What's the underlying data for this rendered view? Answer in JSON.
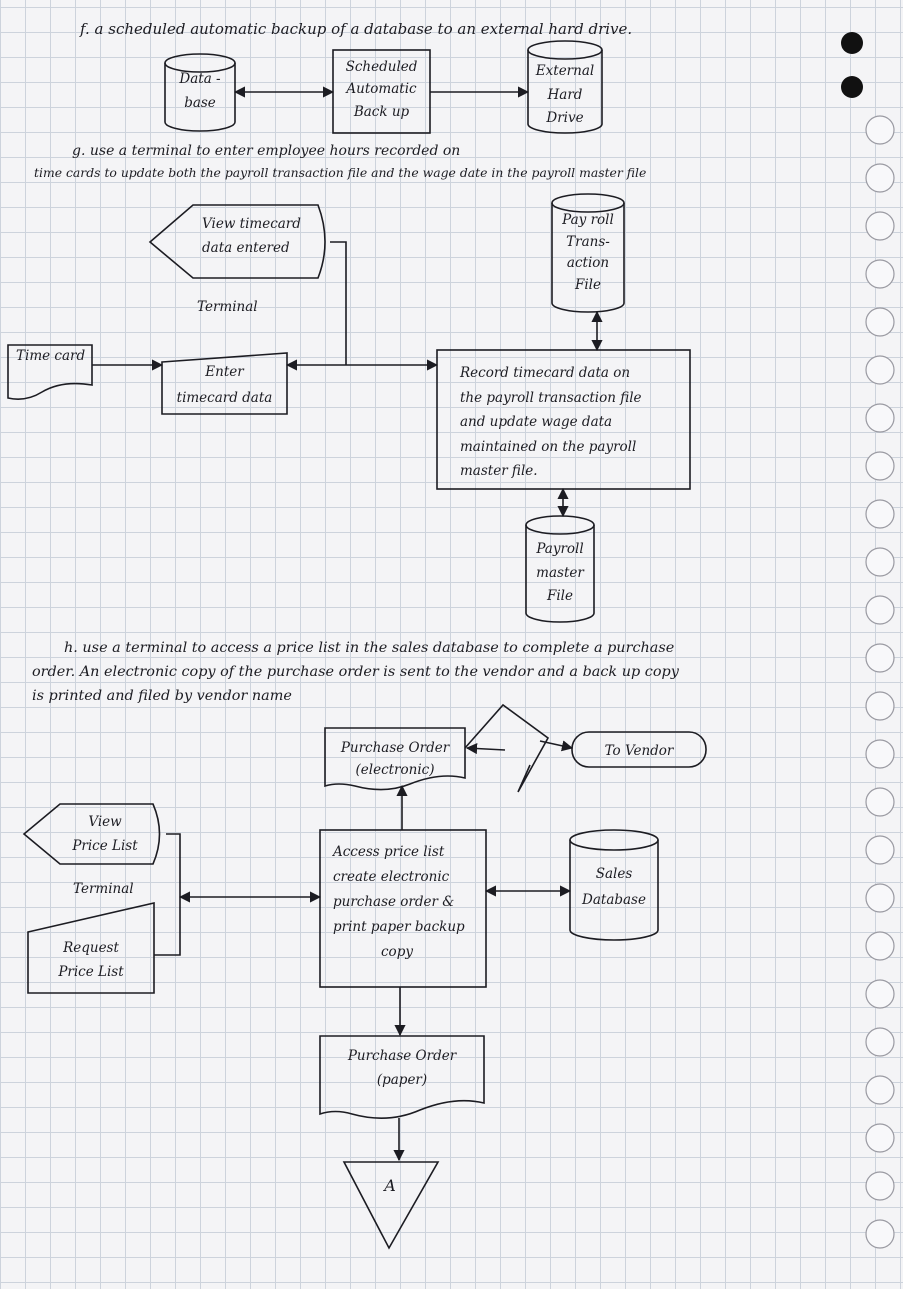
{
  "heading_f": "f. a scheduled automatic backup of a database to an external hard drive.",
  "heading_g_1": "g. use a terminal to enter employee hours recorded on",
  "heading_g_2": "time cards to update both the payroll transaction file and the wage date in the payroll master file",
  "heading_h_1": "h. use a terminal to access a price list in the sales database to complete a purchase",
  "heading_h_2": "order. An electronic copy of the purchase order is sent to the vendor and a back up copy",
  "heading_h_3": "is printed and filed by vendor name",
  "f": {
    "database": [
      "Data -",
      "base"
    ],
    "backup_process": [
      "Scheduled",
      "Automatic",
      "Back up"
    ],
    "external_drive": [
      "External",
      "Hard",
      "Drive"
    ]
  },
  "g": {
    "display": [
      "View timecard",
      "data entered"
    ],
    "terminal_label": "Terminal",
    "time_card": "Time card",
    "manual_input": [
      "Enter",
      "timecard data"
    ],
    "process": [
      "Record timecard data on",
      "the payroll transaction file",
      "and update wage data",
      "maintained on the payroll",
      "master file."
    ],
    "transaction_file": [
      "Pay roll",
      "Trans-",
      "action",
      "File"
    ],
    "master_file": [
      "Payroll",
      "master",
      "File"
    ]
  },
  "h": {
    "po_electronic": [
      "Purchase Order",
      "(electronic)"
    ],
    "to_vendor": "To Vendor",
    "display": [
      "View",
      "Price List"
    ],
    "terminal_label": "Terminal",
    "manual_input": [
      "Request",
      "Price List"
    ],
    "process": [
      "Access price list",
      "create electronic",
      "purchase order &",
      "print paper backup",
      "copy"
    ],
    "sales_db": [
      "Sales",
      "Database"
    ],
    "po_paper": [
      "Purchase Order",
      "(paper)"
    ],
    "connector": "A"
  },
  "colors": {
    "ink": "#1c1c22",
    "grid": "#cdd3dc",
    "paper": "#f4f4f6"
  }
}
